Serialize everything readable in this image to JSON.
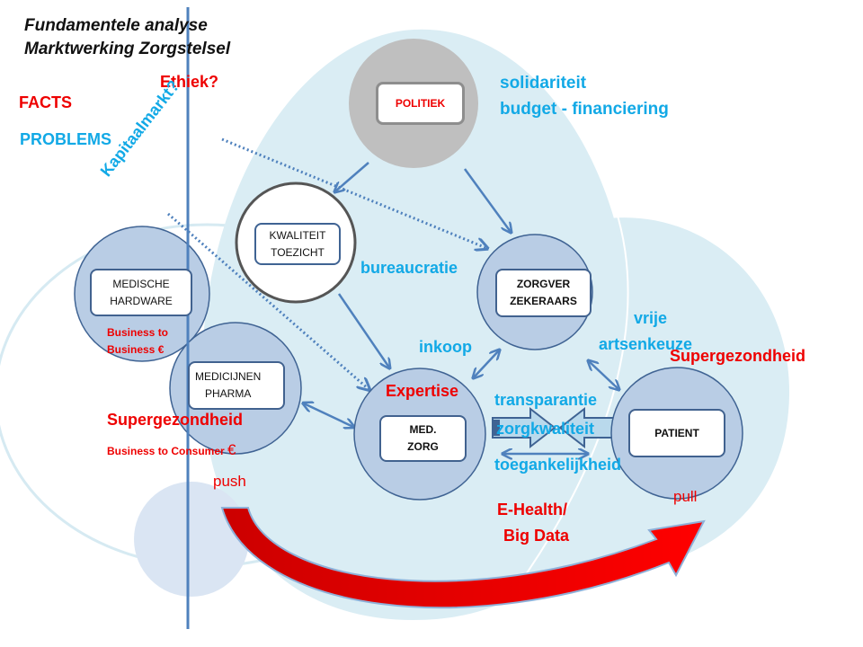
{
  "title": {
    "line1": "Fundamentele  analyse",
    "line2": "Marktwerking Zorgstelsel"
  },
  "legend": {
    "facts": "FACTS",
    "problems": "PROBLEMS"
  },
  "annotations": {
    "ethiek": "Ethiek?",
    "kapitaalmarkt": "Kapitaalmarkt?",
    "solidariteit": "solidariteit",
    "budget": "budget - financiering",
    "bureaucratie": "bureaucratie",
    "inkoop": "inkoop",
    "vrije": "vrije",
    "artsenkeuze": "artsenkeuze",
    "supergezondheid_right": "Supergezondheid",
    "expertise": "Expertise",
    "transparantie": "transparantie",
    "zorgkwaliteit": "zorgkwaliteit",
    "toegankelijkheid": "toegankelijkheid",
    "ehealth_line1": "E-Health/",
    "ehealth_line2": "Big Data",
    "b2b_line1": "Business to",
    "b2b_line2": "Business €",
    "supergezondheid_left": "Supergezondheid",
    "b2c": "Business to Consumer",
    "b2c_euro": "€",
    "push": "push",
    "pull": "pull"
  },
  "nodes": {
    "politiek": "POLITIEK",
    "kwaliteit": "KWALITEIT\nTOEZICHT",
    "zorgverzekeraars": "ZORGVER\nZEKERAARS",
    "medische_hardware": "MEDISCHE\nHARDWARE",
    "medicijnen": "MEDICIJNEN\nPHARMA",
    "med_zorg": "MED.\nZORG",
    "patient": "PATIENT"
  },
  "colors": {
    "facts_red": "#ee0000",
    "problems_blue": "#12a9e6",
    "node_fill": "#b9cde5",
    "node_stroke": "#3f6393",
    "politiek_fill": "#bfbfbf",
    "background_blob": "#daedf4",
    "arrow": "#4f81bd",
    "push_pull_arrow": "#cc0000"
  }
}
